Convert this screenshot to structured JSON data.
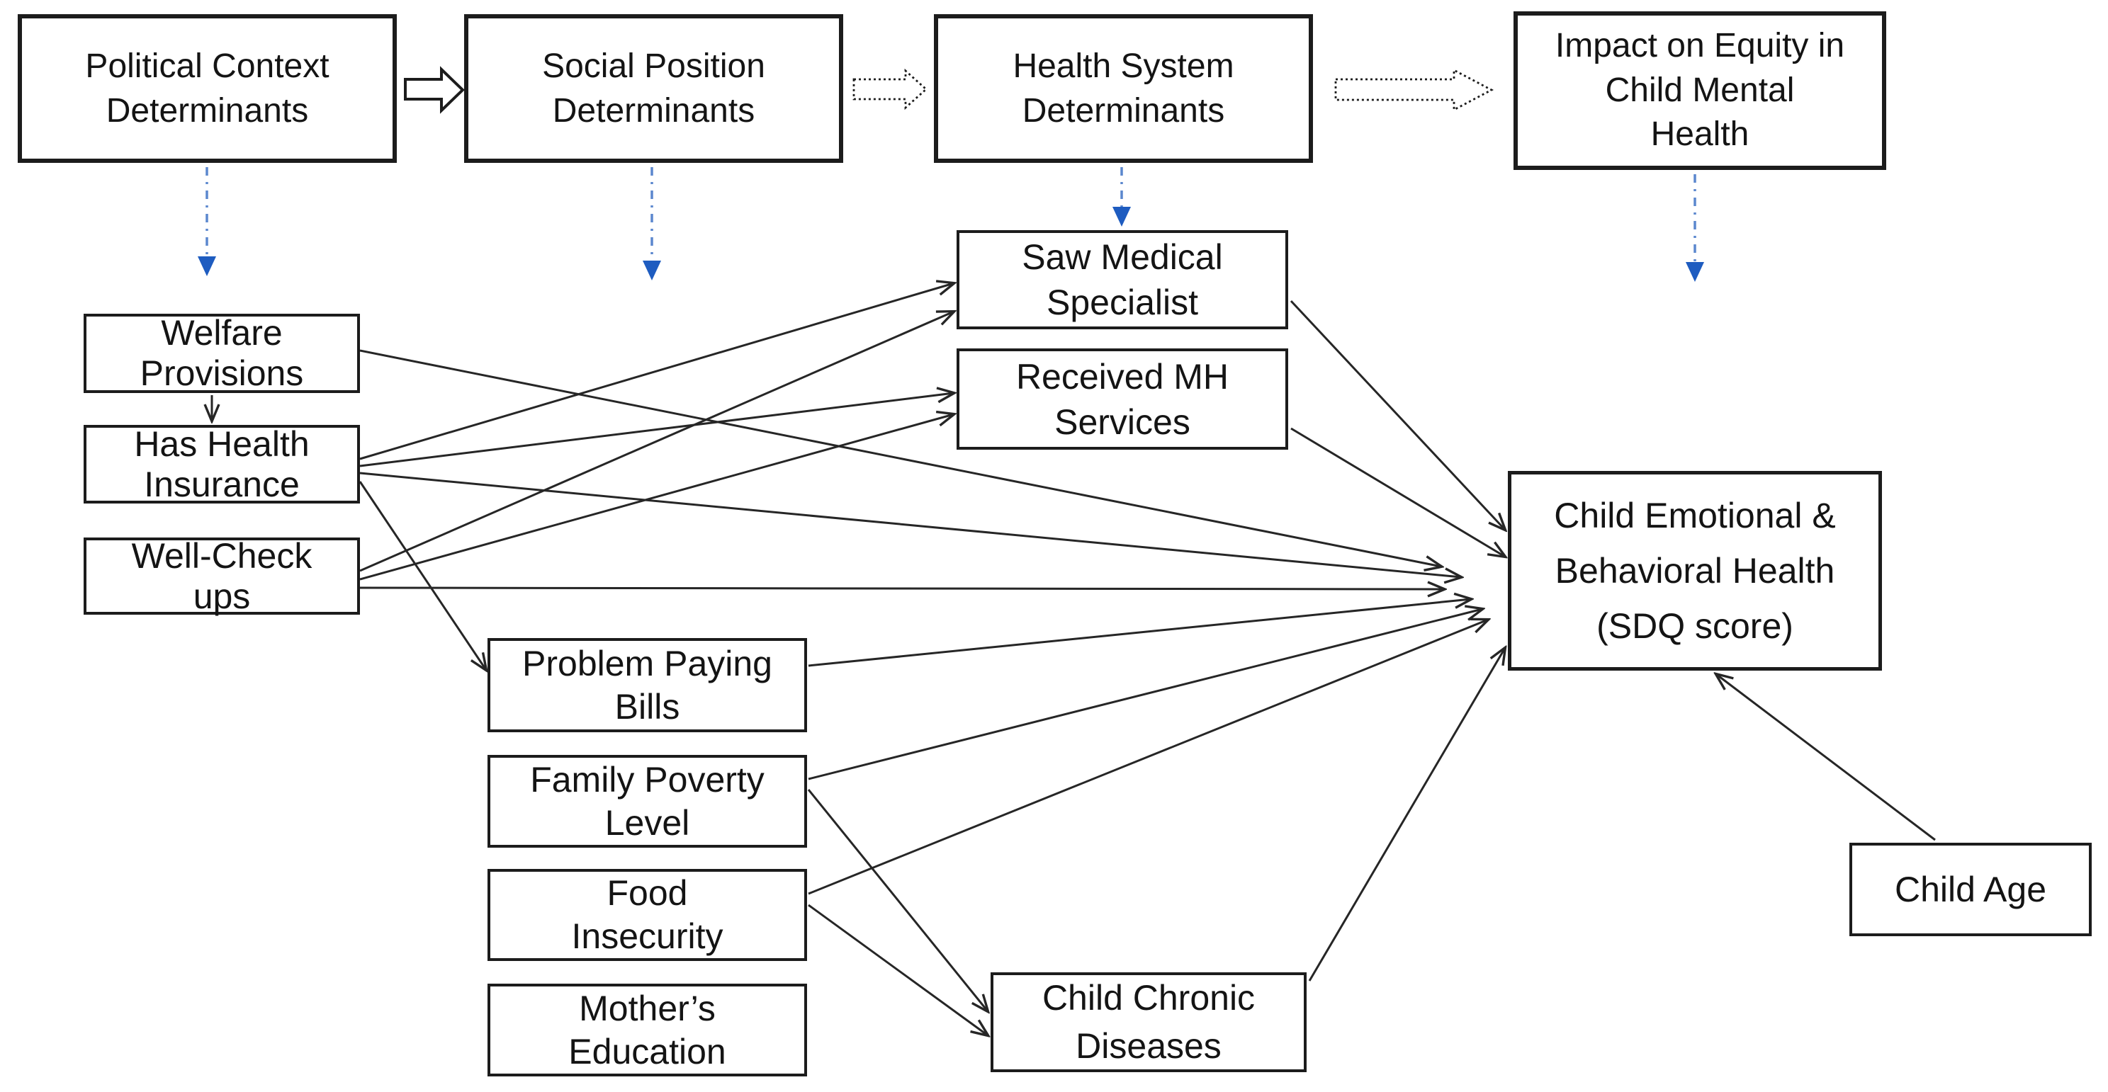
{
  "diagram": {
    "kind": "conceptual-framework-path-diagram",
    "nodes": {
      "political": {
        "label": "Political Context\nDeterminants"
      },
      "social": {
        "label": "Social Position\nDeterminants"
      },
      "health_system": {
        "label": "Health System\nDeterminants"
      },
      "impact": {
        "label": "Impact on Equity in\nChild Mental\nHealth"
      },
      "welfare": {
        "label": "Welfare\nProvisions"
      },
      "insurance": {
        "label": "Has Health\nInsurance"
      },
      "wellcheck": {
        "label": "Well-Check\nups"
      },
      "bills": {
        "label": "Problem Paying\nBills"
      },
      "poverty": {
        "label": "Family Poverty\nLevel"
      },
      "food": {
        "label": "Food\nInsecurity"
      },
      "mother": {
        "label": "Mother’s\nEducation"
      },
      "saw_specialist": {
        "label": "Saw Medical\nSpecialist"
      },
      "mh_services": {
        "label": "Received MH\nServices"
      },
      "sdq": {
        "label": "Child Emotional &\nBehavioral Health\n(SDQ score)"
      },
      "chronic": {
        "label": "Child Chronic\nDiseases"
      },
      "age": {
        "label": "Child Age"
      }
    },
    "edges": [
      {
        "from": "political",
        "to": "social",
        "style": "block-arrow-solid"
      },
      {
        "from": "social",
        "to": "health_system",
        "style": "block-arrow-dotted"
      },
      {
        "from": "health_system",
        "to": "impact",
        "style": "block-arrow-dotted"
      },
      {
        "from": "political",
        "to": "down",
        "style": "blue-dash-dot"
      },
      {
        "from": "social",
        "to": "down",
        "style": "blue-dash-dot"
      },
      {
        "from": "health_system",
        "to": "saw_specialist",
        "style": "blue-dash-dot"
      },
      {
        "from": "impact",
        "to": "down",
        "style": "blue-dash-dot"
      },
      {
        "from": "welfare",
        "to": "insurance",
        "style": "solid"
      },
      {
        "from": "welfare",
        "to": "sdq",
        "style": "solid"
      },
      {
        "from": "insurance",
        "to": "saw_specialist",
        "style": "solid"
      },
      {
        "from": "insurance",
        "to": "mh_services",
        "style": "solid"
      },
      {
        "from": "insurance",
        "to": "sdq",
        "style": "solid"
      },
      {
        "from": "insurance",
        "to": "bills",
        "style": "solid"
      },
      {
        "from": "wellcheck",
        "to": "saw_specialist",
        "style": "solid"
      },
      {
        "from": "wellcheck",
        "to": "mh_services",
        "style": "solid"
      },
      {
        "from": "wellcheck",
        "to": "sdq",
        "style": "solid"
      },
      {
        "from": "saw_specialist",
        "to": "sdq",
        "style": "solid"
      },
      {
        "from": "mh_services",
        "to": "sdq",
        "style": "solid"
      },
      {
        "from": "bills",
        "to": "sdq",
        "style": "solid"
      },
      {
        "from": "poverty",
        "to": "sdq",
        "style": "solid"
      },
      {
        "from": "poverty",
        "to": "chronic",
        "style": "solid"
      },
      {
        "from": "food",
        "to": "sdq",
        "style": "solid"
      },
      {
        "from": "food",
        "to": "chronic",
        "style": "solid"
      },
      {
        "from": "chronic",
        "to": "sdq",
        "style": "solid"
      },
      {
        "from": "age",
        "to": "sdq",
        "style": "solid"
      }
    ],
    "colors": {
      "line_black": "#262626",
      "blue_dash": "#5b87ce",
      "blue_arrowhead": "#1e5cc0",
      "box_border": "#1c1c1c",
      "background": "#ffffff"
    }
  }
}
